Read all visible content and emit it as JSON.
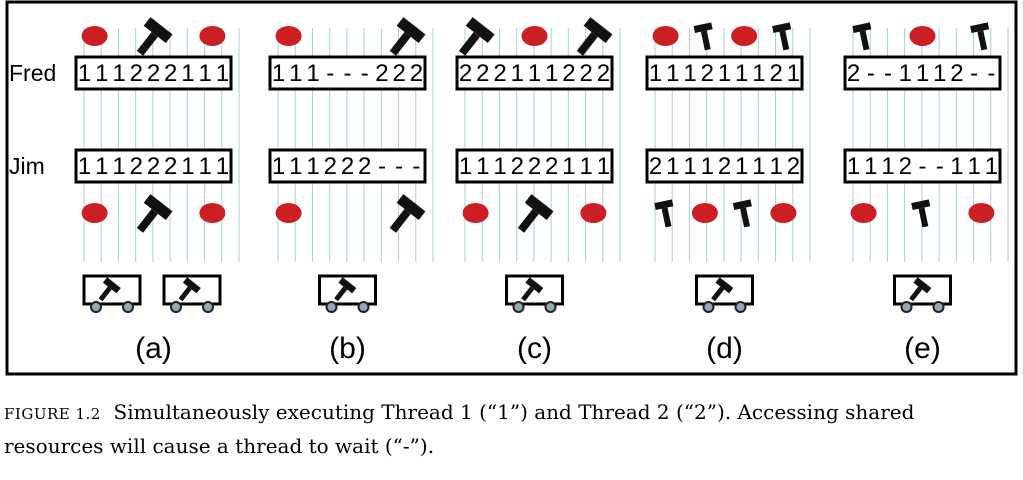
{
  "rows": [
    "Fred",
    "Jim"
  ],
  "panels": [
    {
      "label": "(a)",
      "fred": "111222111",
      "jim": "111222111",
      "fred_top": [
        "dot",
        "hammer",
        "dot"
      ],
      "jim_bottom": [
        "dot",
        "hammer",
        "dot"
      ],
      "carts": 2
    },
    {
      "label": "(b)",
      "fred": "111---222",
      "jim": "111222---",
      "fred_top": [
        "dot",
        "hammer"
      ],
      "jim_bottom": [
        "dot",
        "hammer"
      ],
      "carts": 1
    },
    {
      "label": "(c)",
      "fred": "222111222",
      "jim": "111222111",
      "fred_top": [
        "hammer",
        "dot",
        "hammer"
      ],
      "jim_bottom": [
        "dot",
        "hammer",
        "dot"
      ],
      "carts": 1
    },
    {
      "label": "(d)",
      "fred": "111211121",
      "jim": "211121112",
      "fred_top": [
        "dot",
        "small-hammer",
        "dot",
        "small-hammer"
      ],
      "jim_bottom": [
        "small-hammer",
        "dot",
        "small-hammer",
        "dot"
      ],
      "carts": 1
    },
    {
      "label": "(e)",
      "fred": "2--1112--",
      "jim": "1112--111",
      "fred_top": [
        "small-hammer",
        "dot",
        "small-hammer"
      ],
      "jim_bottom": [
        "dot",
        "small-hammer",
        "dot"
      ],
      "carts": 1
    }
  ],
  "caption": {
    "figure_label": "FIGURE 1.2",
    "text": "Simultaneously executing Thread 1 (“1”) and Thread 2 (“2”). Accessing shared resources will cause a thread to wait (“-”)."
  },
  "colors": {
    "dot": "#cc1f24",
    "wheel": "#8fa9b4",
    "grid_line": "#a9cfd8",
    "border": "#000000"
  }
}
